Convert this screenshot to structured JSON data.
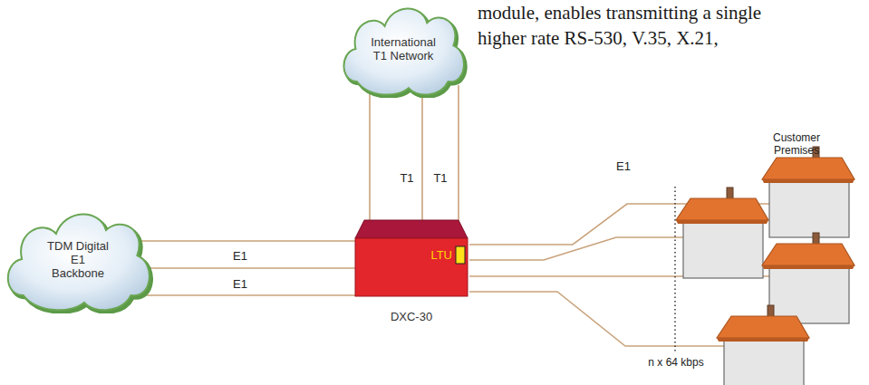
{
  "diagram": {
    "nodes": [
      {
        "text": [
          "International T1 Network"
        ]
      },
      {
        "text": [
          "TDM Digital E1 Backbone"
        ]
      },
      {
        "text": [
          "LTU",
          "DXC-30"
        ]
      }
    ],
    "edges": [
      {
        "from": 0,
        "to": 2,
        "arrow": "none"
      },
      {
        "from": 0,
        "to": 2,
        "label": "T1",
        "arrow": "none"
      },
      {
        "from": 0,
        "to": 2,
        "label": "T1",
        "arrow": "none"
      },
      {
        "from": 1,
        "to": 2,
        "arrow": "none"
      },
      {
        "from": 1,
        "to": 2,
        "label": "E1",
        "arrow": "none"
      },
      {
        "from": 1,
        "to": 2,
        "label": "E1",
        "arrow": "none"
      }
    ],
    "labels": [
      "module, enables transmitting a single",
      "higher rate RS-530, V.35, X.21,",
      "Customer Premises",
      "E1",
      "n x 64 kbps"
    ]
  }
}
